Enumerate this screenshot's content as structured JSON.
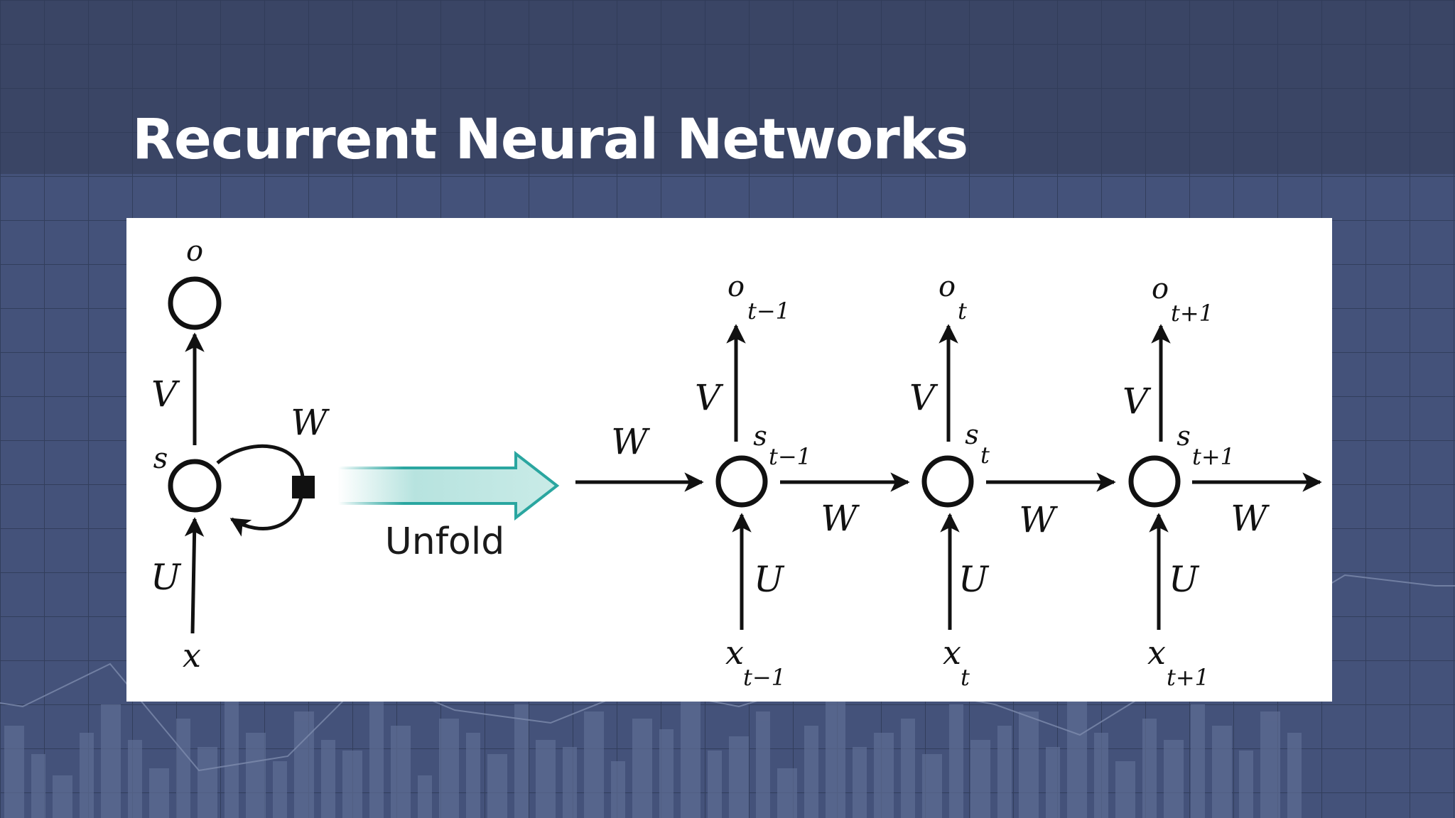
{
  "slide": {
    "title": "Recurrent Neural Networks"
  },
  "colors": {
    "background": "#3a4565",
    "panel": "#ffffff",
    "arrow_teal": "#2aa6a0",
    "arrow_fill": "#b7e3df",
    "ink": "#111111"
  },
  "diagram": {
    "folded": {
      "output": "o",
      "state": "s",
      "input": "x",
      "weight_output": "V",
      "weight_recurrent": "W",
      "weight_input": "U"
    },
    "unfold_label": "Unfold",
    "incoming_weight": "W",
    "steps": [
      {
        "output": "o",
        "output_sub": "t−1",
        "state": "s",
        "state_sub": "t−1",
        "input": "x",
        "input_sub": "t−1",
        "V": "V",
        "U": "U",
        "W": "W"
      },
      {
        "output": "o",
        "output_sub": "t",
        "state": "s",
        "state_sub": "t",
        "input": "x",
        "input_sub": "t",
        "V": "V",
        "U": "U",
        "W": "W"
      },
      {
        "output": "o",
        "output_sub": "t+1",
        "state": "s",
        "state_sub": "t+1",
        "input": "x",
        "input_sub": "t+1",
        "V": "V",
        "U": "U",
        "W": "W"
      }
    ]
  }
}
